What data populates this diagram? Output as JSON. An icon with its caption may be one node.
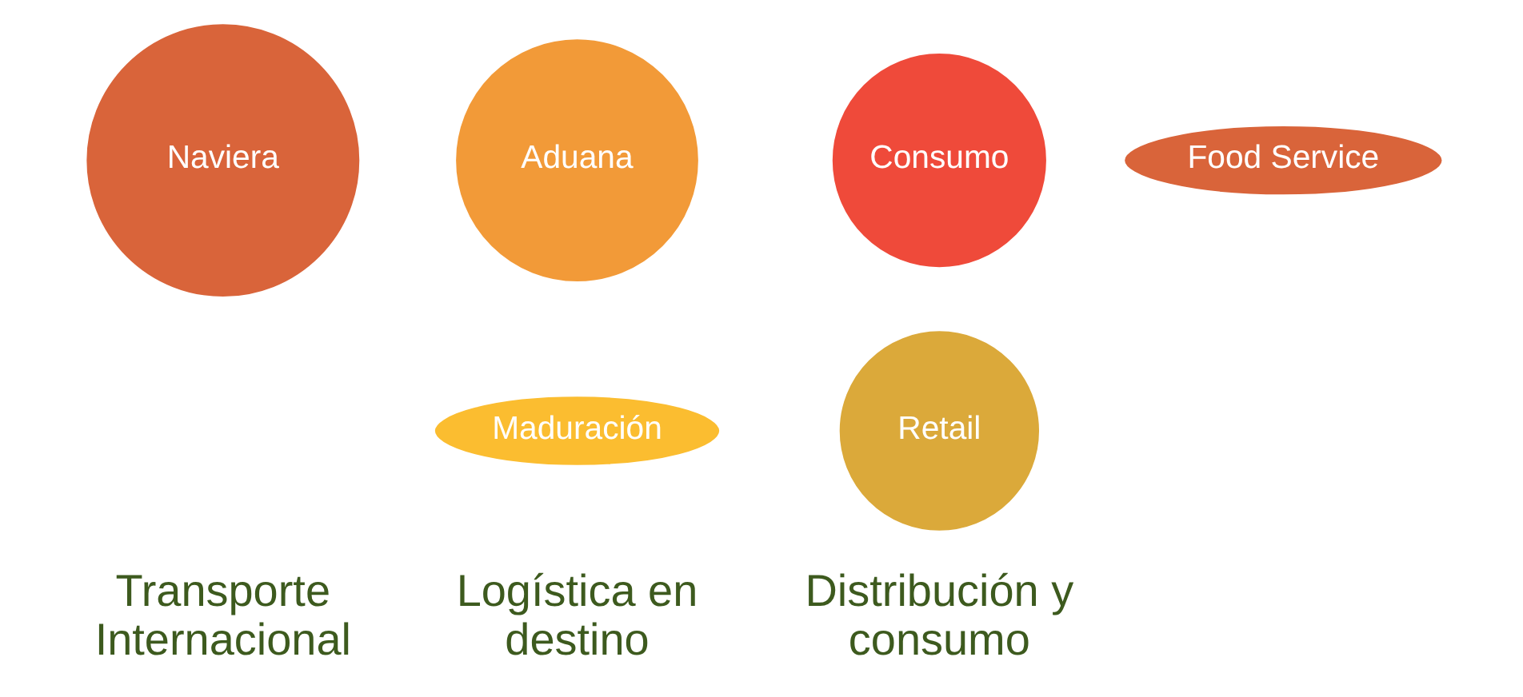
{
  "diagram": {
    "nodes": [
      {
        "text": [
          "Naviera"
        ]
      },
      {
        "text": [
          "Aduana"
        ]
      },
      {
        "text": [
          "Maduración"
        ]
      },
      {
        "text": [
          "Consumo"
        ]
      },
      {
        "text": [
          "Food Service"
        ]
      },
      {
        "text": [
          "Retail"
        ]
      }
    ],
    "edges": [],
    "labels": [
      "Transporte Internacional",
      "Logística en destino",
      "Distribución y consumo"
    ]
  }
}
